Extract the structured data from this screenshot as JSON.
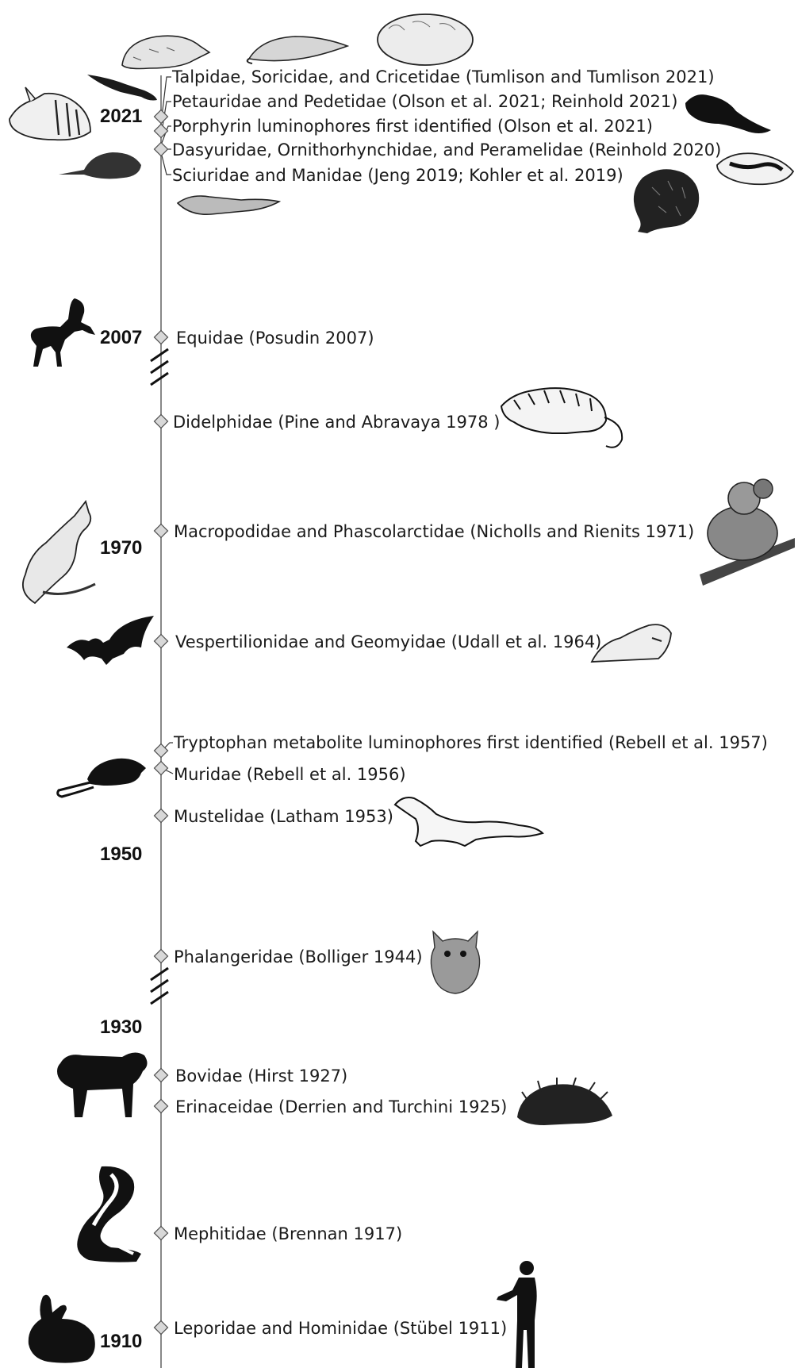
{
  "years": [
    {
      "id": "y2021",
      "label": "2021"
    },
    {
      "id": "y2007",
      "label": "2007"
    },
    {
      "id": "y1970",
      "label": "1970"
    },
    {
      "id": "y1950",
      "label": "1950"
    },
    {
      "id": "y1930",
      "label": "1930"
    },
    {
      "id": "y1910",
      "label": "1910"
    }
  ],
  "entries": [
    {
      "id": "e1",
      "text": "Talpidae, Soricidae, and Cricetidae (Tumlison and Tumlison 2021)"
    },
    {
      "id": "e2",
      "text": "Petauridae and Pedetidae (Olson et al. 2021; Reinhold 2021)"
    },
    {
      "id": "e3",
      "text": "Porphyrin luminophores first identified (Olson et al. 2021)"
    },
    {
      "id": "e4",
      "text": "Dasyuridae, Ornithorhynchidae, and Peramelidae (Reinhold 2020)"
    },
    {
      "id": "e5",
      "text": "Sciuridae and Manidae (Jeng 2019; Kohler et al. 2019)"
    },
    {
      "id": "e6",
      "text": "Equidae (Posudin 2007)"
    },
    {
      "id": "e7",
      "text": "Didelphidae (Pine and Abravaya 1978 )"
    },
    {
      "id": "e8",
      "text": "Macropodidae and Phascolarctidae (Nicholls and Rienits 1971)"
    },
    {
      "id": "e9",
      "text": "Vespertilionidae and Geomyidae (Udall et al. 1964)"
    },
    {
      "id": "e10",
      "text": "Tryptophan metabolite luminophores first identified (Rebell et al. 1957)"
    },
    {
      "id": "e11",
      "text": "Muridae (Rebell et al. 1956)"
    },
    {
      "id": "e12",
      "text": "Mustelidae (Latham 1953)"
    },
    {
      "id": "e13",
      "text": "Phalangeridae (Bolliger 1944)"
    },
    {
      "id": "e14",
      "text": "Bovidae (Hirst 1927)"
    },
    {
      "id": "e15",
      "text": "Erinaceidae (Derrien and Turchini 1925)"
    },
    {
      "id": "e16",
      "text": "Mephitidae (Brennan 1917)"
    },
    {
      "id": "e17",
      "text": "Leporidae and Hominidae (Stübel 1911)"
    }
  ],
  "illustrations": [
    "mole",
    "shrew",
    "vole",
    "sugar-glider",
    "bandicoot",
    "springhare",
    "small-marsupial",
    "platypus",
    "flying-squirrel",
    "pangolin",
    "horse",
    "opossum",
    "wallaby",
    "koala",
    "bat",
    "pocket-gopher",
    "rat",
    "ferret",
    "possum",
    "sheep",
    "hedgehog",
    "skunk",
    "rabbit",
    "human"
  ],
  "colors": {
    "axis": "#888888",
    "marker": "#555555",
    "text": "#1a1a1a",
    "silhouette": "#111111"
  }
}
